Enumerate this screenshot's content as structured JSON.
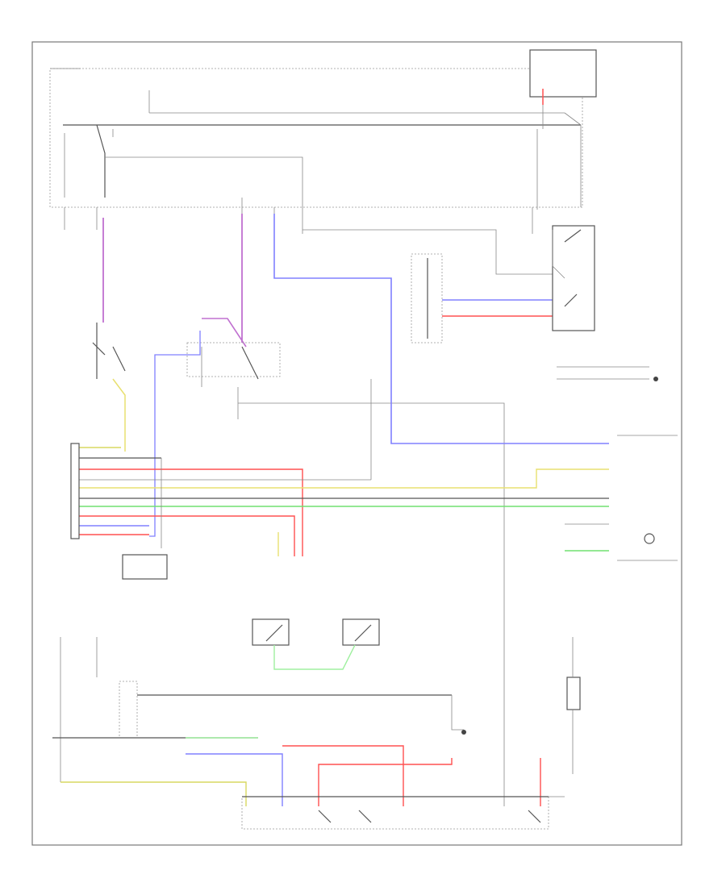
{
  "diagram": {
    "footer_code": "",
    "colors": {
      "violet": "#c070d0",
      "blue": "#8080ff",
      "red": "#ff5050",
      "yellow": "#e8e070",
      "green": "#70e070",
      "lightgreen": "#a0f0a0",
      "yellowgreen": "#d8d860",
      "frame": "#777777",
      "wire": "#555555"
    },
    "connector_wire_colors": [
      "yellow-green",
      "black",
      "red",
      "violet",
      "yellow",
      "black",
      "green",
      "red",
      "blue",
      "red"
    ]
  }
}
